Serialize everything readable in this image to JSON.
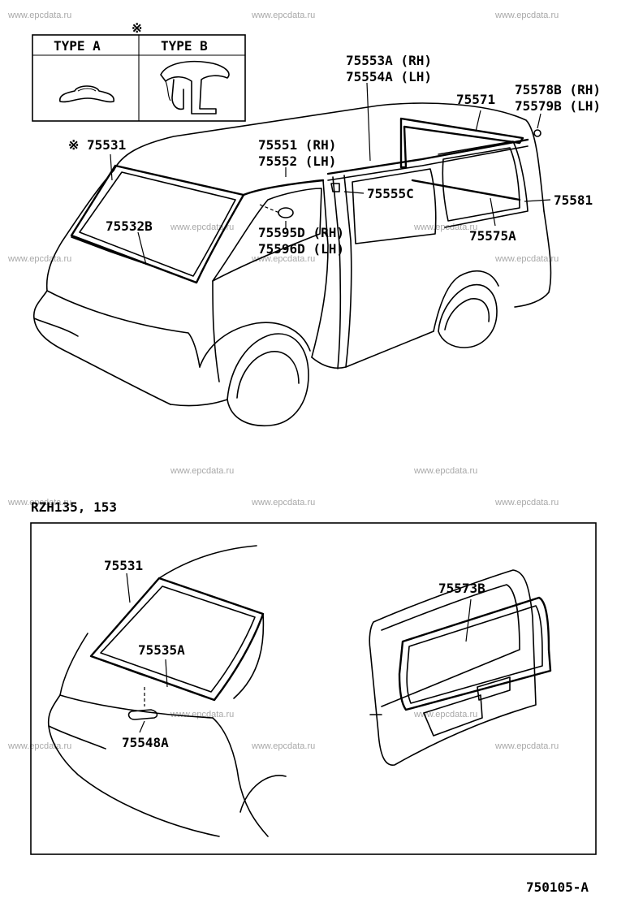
{
  "watermark": "www.epcdata.ru",
  "legend": {
    "mark": "※",
    "type_a": "TYPE A",
    "type_b": "TYPE B"
  },
  "labels": {
    "p75553a": "75553A (RH)",
    "p75554a": "75554A (LH)",
    "p75571": "75571",
    "p75578b": "75578B (RH)",
    "p75579b": "75579B (LH)",
    "p75531_top": "※ 75531",
    "p75551": "75551 (RH)",
    "p75552": "75552 (LH)",
    "p75555c": "75555C",
    "p75581": "75581",
    "p75532b": "75532B",
    "p75595d": "75595D (RH)",
    "p75596d": "75596D (LH)",
    "p75575a": "75575A",
    "model": "RZH135, 153",
    "p75531_bottom": "75531",
    "p75573b": "75573B",
    "p75535a": "75535A",
    "p75548a": "75548A",
    "figure_code": "750105-A"
  }
}
